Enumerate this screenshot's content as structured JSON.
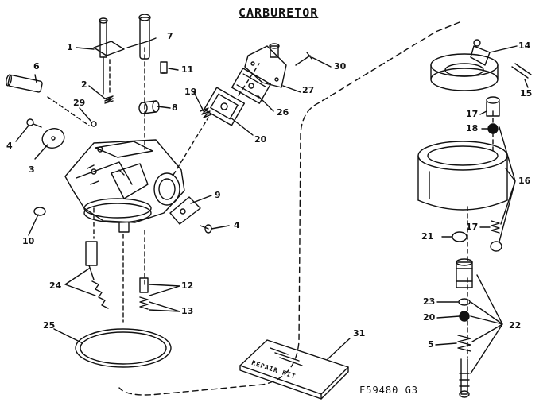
{
  "title": "CARBURETOR",
  "figure_code": "F59480 G3",
  "kit_label": "REPAIR KIT",
  "callouts": {
    "c1": "1",
    "c2": "2",
    "c3": "3",
    "c4a": "4",
    "c4b": "4",
    "c5": "5",
    "c6": "6",
    "c7": "7",
    "c8": "8",
    "c9": "9",
    "c10": "10",
    "c11": "11",
    "c12": "12",
    "c13": "13",
    "c14": "14",
    "c15": "15",
    "c16": "16",
    "c17a": "17",
    "c17b": "17",
    "c18": "18",
    "c19": "19",
    "c20": "20",
    "c20b": "20",
    "c21": "21",
    "c22": "22",
    "c23": "23",
    "c24": "24",
    "c25": "25",
    "c26": "26",
    "c27": "27",
    "c29": "29",
    "c30": "30",
    "c31": "31"
  }
}
